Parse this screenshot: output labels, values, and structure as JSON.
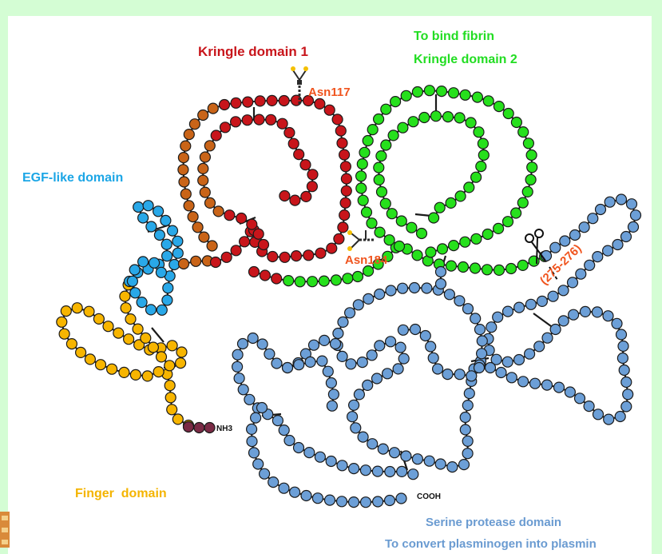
{
  "labels": {
    "kringle1": "Kringle domain 1",
    "bind_fibrin": "To bind fibrin",
    "kringle2": "Kringle domain 2",
    "egf": "EGF-like domain",
    "asn117": "Asn117",
    "asn184": "Asn184",
    "cleavage": "(275-276)",
    "nh3": "NH3",
    "cooh": "COOH",
    "finger": "Finger  domain",
    "serine": "Serine protease domain",
    "convert": "To convert plasminogen into plasmin"
  },
  "colors": {
    "background": "#d4fdd4",
    "panel": "#ffffff",
    "finger": "#f7b500",
    "egf": "#29a8e8",
    "kringle1": "#c8151b",
    "kringle1_accent": "#c96418",
    "kringle2": "#26e01c",
    "serine": "#6c9fd7",
    "nterm": "#7a2a45",
    "label_red": "#c8151b",
    "label_orange": "#f0541e",
    "label_green": "#22dd22",
    "label_blue": "#1ca6e6",
    "label_yellow": "#f4b400",
    "label_serine": "#6a9bd1"
  },
  "icons": {
    "glycan": "glycan-tree-icon",
    "scissors": "scissors-icon"
  }
}
